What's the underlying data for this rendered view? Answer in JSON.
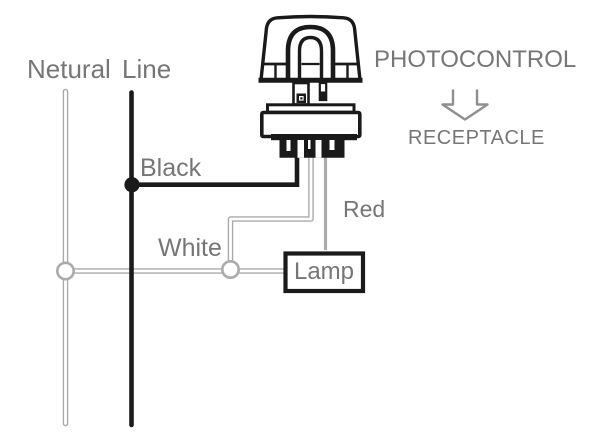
{
  "diagram": {
    "kind": "photocontrol-wiring-diagram",
    "labels": {
      "neutral_line": "Netural Line",
      "black_wire": "Black",
      "white_wire": "White",
      "red_wire": "Red",
      "lamp": "Lamp",
      "photocontrol": "PHOTOCONTROL",
      "receptacle": "RECEPTACLE"
    },
    "icons": {
      "receptacle_arrow": "down-arrow"
    },
    "colors": {
      "background": "#ffffff",
      "line_black": "#1a1a1a",
      "wire_gray": "#ababab",
      "text_gray": "#767676",
      "arrow_gray": "#8f8f8f"
    }
  }
}
